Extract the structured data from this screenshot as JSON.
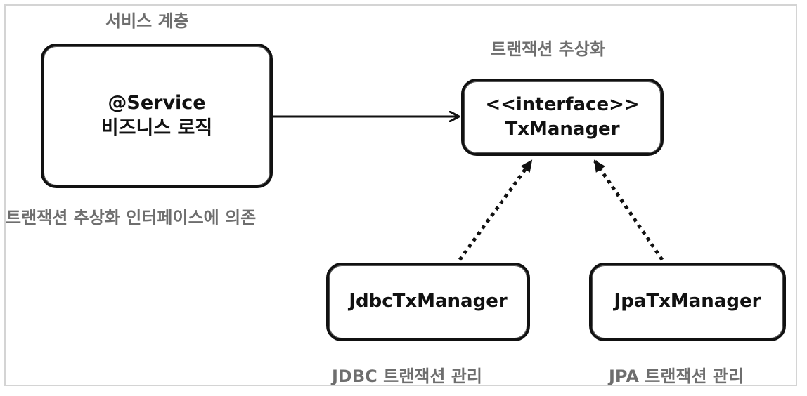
{
  "labels": {
    "service_layer": "서비스 계층",
    "tx_abstraction": "트랜잭션 추상화",
    "depends_on_interface": "트랜잭션 추상화 인터페이스에 의존",
    "jdbc_tx_management": "JDBC 트랜잭션 관리",
    "jpa_tx_management": "JPA 트랜잭션 관리"
  },
  "boxes": {
    "service": {
      "line1": "@Service",
      "line2": "비즈니스 로직"
    },
    "tx_manager": {
      "line1": "<<interface>>",
      "line2": "TxManager"
    },
    "jdbc": {
      "line1": "JdbcTxManager"
    },
    "jpa": {
      "line1": "JpaTxManager"
    }
  },
  "colors": {
    "stroke": "#111111",
    "label_gray": "#6e6e6e",
    "frame": "#d4d4d4"
  }
}
